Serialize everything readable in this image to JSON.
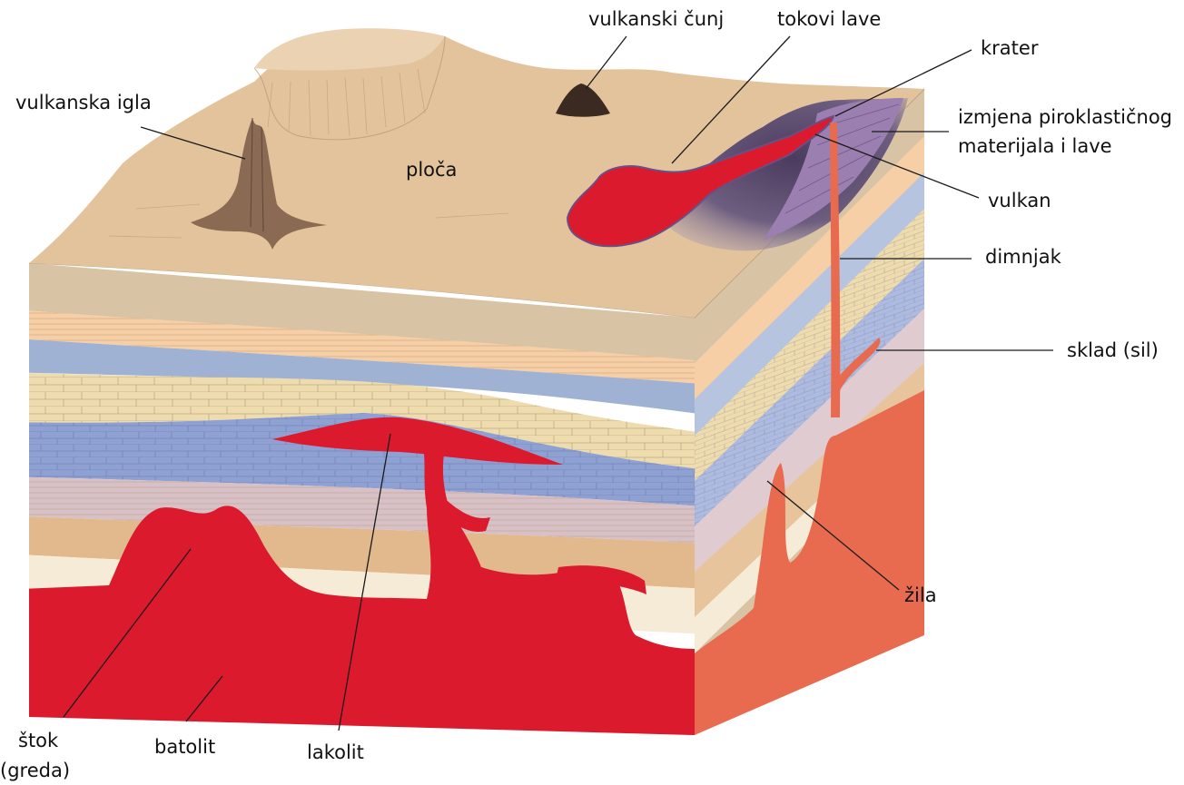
{
  "labels": {
    "vulkanska_igla": "vulkanska igla",
    "vulkanski_cunj": "vulkanski čunj",
    "tokovi_lave": "tokovi lave",
    "krater": "krater",
    "izmjena_line1": "izmjena piroklastičnog",
    "izmjena_line2": "materijala i lave",
    "ploca": "ploča",
    "vulkan": "vulkan",
    "dimnjak": "dimnjak",
    "sklad": "sklad (sil)",
    "zila": "žila",
    "stok_line1": "štok",
    "stok_line2": "(greda)",
    "batolit": "batolit",
    "lakolit": "lakolit"
  },
  "colors": {
    "plateau": "#e3c39c",
    "layer_tan": "#d8c3a5",
    "layer_peach": "#f6cfa6",
    "layer_blue": "#9fb2d4",
    "layer_limestone": "#efdcae",
    "layer_brick_blue": "#8fa1d3",
    "layer_mauve": "#d7c1c7",
    "layer_sand": "#e2b98d",
    "layer_cream": "#f5ebd6",
    "magma_red": "#dc1a2e",
    "magma_side": "#e86b4f",
    "volcano_purple": "#5b4a6e"
  }
}
